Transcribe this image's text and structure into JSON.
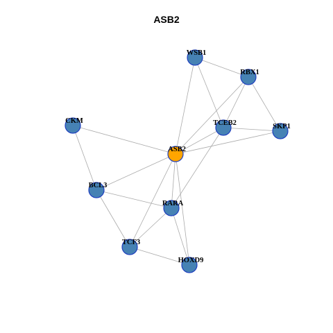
{
  "title": "ASB2",
  "colors": {
    "hub": "#FFA500",
    "node": "#4682B4",
    "stroke": "#1F3FBF",
    "edge": "#AAAAAA"
  },
  "nodes": [
    {
      "id": "ASB2",
      "label": "ASB2",
      "hub": true
    },
    {
      "id": "WSB1",
      "label": "WSB1"
    },
    {
      "id": "RBX1",
      "label": "RBX1"
    },
    {
      "id": "CKM",
      "label": "CKM"
    },
    {
      "id": "TCEB2",
      "label": "TCEB2"
    },
    {
      "id": "SKP1",
      "label": "SKP1"
    },
    {
      "id": "BCL3",
      "label": "BCL3"
    },
    {
      "id": "RARA",
      "label": "RARA"
    },
    {
      "id": "TCF3",
      "label": "TCF3"
    },
    {
      "id": "HOXD9",
      "label": "HOXD9"
    }
  ],
  "edges": [
    [
      "WSB1",
      "RBX1"
    ],
    [
      "WSB1",
      "ASB2"
    ],
    [
      "WSB1",
      "TCEB2"
    ],
    [
      "RBX1",
      "ASB2"
    ],
    [
      "RBX1",
      "TCEB2"
    ],
    [
      "RBX1",
      "SKP1"
    ],
    [
      "CKM",
      "ASB2"
    ],
    [
      "CKM",
      "BCL3"
    ],
    [
      "TCEB2",
      "ASB2"
    ],
    [
      "TCEB2",
      "SKP1"
    ],
    [
      "TCEB2",
      "RARA"
    ],
    [
      "SKP1",
      "ASB2"
    ],
    [
      "ASB2",
      "BCL3"
    ],
    [
      "ASB2",
      "RARA"
    ],
    [
      "ASB2",
      "TCF3"
    ],
    [
      "ASB2",
      "HOXD9"
    ],
    [
      "BCL3",
      "RARA"
    ],
    [
      "BCL3",
      "TCF3"
    ],
    [
      "RARA",
      "TCF3"
    ],
    [
      "RARA",
      "HOXD9"
    ],
    [
      "TCF3",
      "HOXD9"
    ]
  ]
}
